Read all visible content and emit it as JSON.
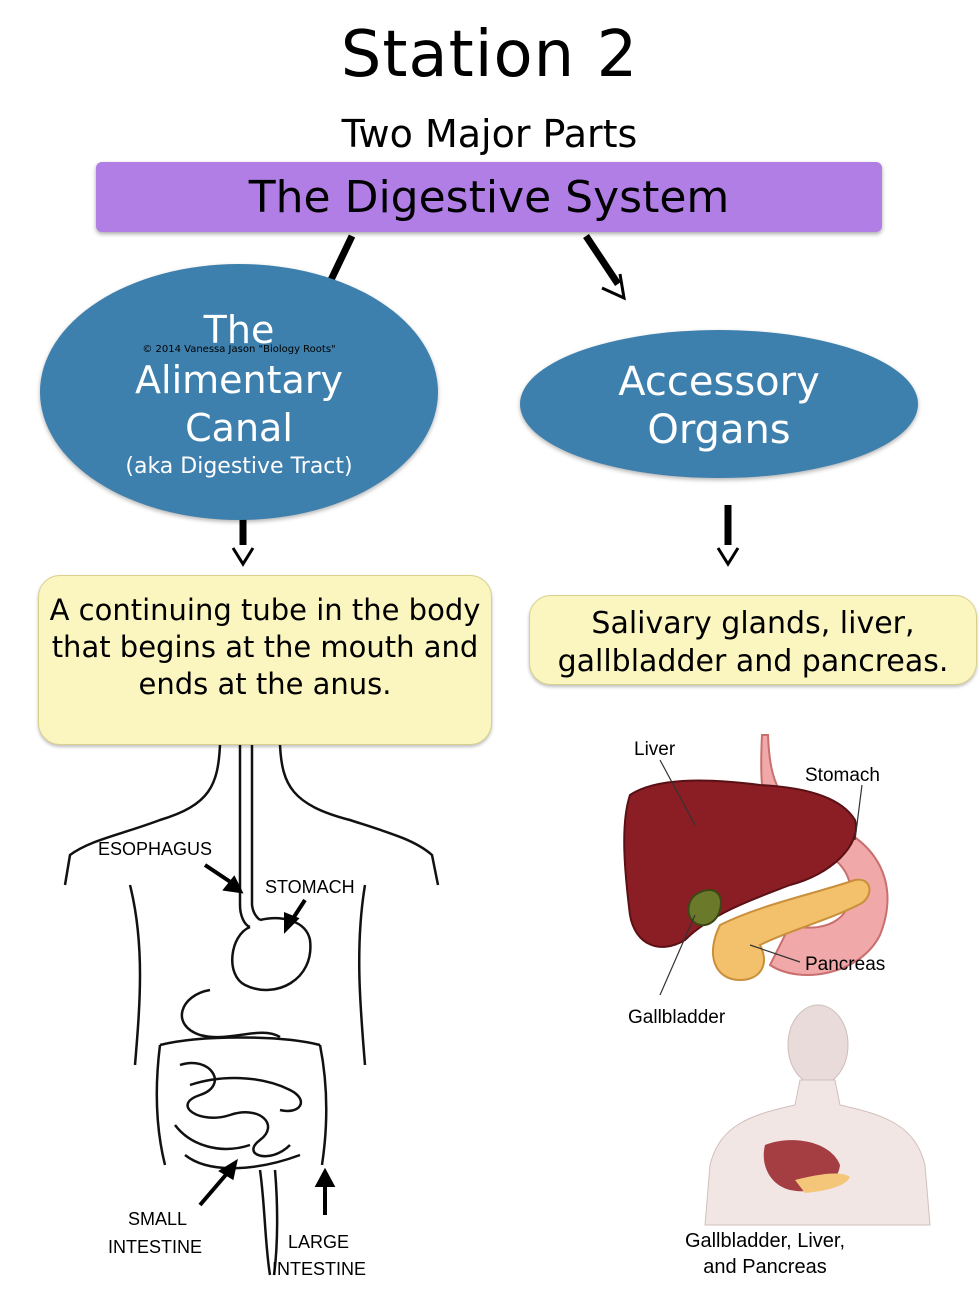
{
  "header": {
    "title": "Station 2",
    "subtitle": "Two Major Parts"
  },
  "banner": {
    "label": "The Digestive System"
  },
  "left_branch": {
    "oval_line1": "The",
    "oval_line2": "Alimentary",
    "oval_line3": "Canal",
    "oval_sub": "(aka Digestive Tract)",
    "copyright": "© 2014 Vanessa Jason \"Biology Roots\"",
    "description": "A continuing tube in the body that begins at the mouth and ends at the anus.",
    "figure_labels": {
      "esophagus": "ESOPHAGUS",
      "stomach": "STOMACH",
      "small_1": "SMALL",
      "small_2": "INTESTINE",
      "large_1": "LARGE",
      "large_2": "INTESTINE"
    }
  },
  "right_branch": {
    "oval_line1": "Accessory",
    "oval_line2": "Organs",
    "description": "Salivary glands, liver, gallbladder and pancreas.",
    "figure_labels": {
      "liver": "Liver",
      "stomach": "Stomach",
      "pancreas": "Pancreas",
      "gallbladder": "Gallbladder",
      "caption_1": "Gallbladder, Liver,",
      "caption_2": "and Pancreas"
    }
  },
  "colors": {
    "banner": "#b17ee6",
    "oval": "#3d7fad",
    "box": "#fbf6c0"
  }
}
